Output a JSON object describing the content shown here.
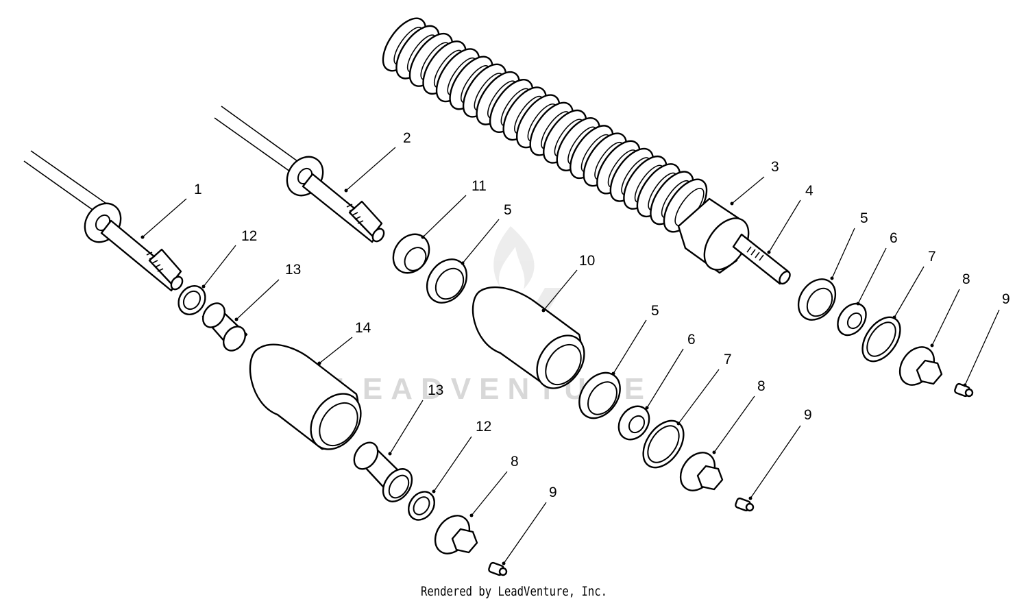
{
  "diagram": {
    "watermark": "LEADVENTURE",
    "footer": "Rendered by LeadVenture, Inc.",
    "callouts": [
      {
        "id": "c1",
        "label": "1"
      },
      {
        "id": "c2",
        "label": "2"
      },
      {
        "id": "c3",
        "label": "3"
      },
      {
        "id": "c4",
        "label": "4"
      },
      {
        "id": "c5a",
        "label": "5"
      },
      {
        "id": "c5b",
        "label": "5"
      },
      {
        "id": "c5c",
        "label": "5"
      },
      {
        "id": "c6a",
        "label": "6"
      },
      {
        "id": "c6b",
        "label": "6"
      },
      {
        "id": "c7a",
        "label": "7"
      },
      {
        "id": "c7b",
        "label": "7"
      },
      {
        "id": "c8a",
        "label": "8"
      },
      {
        "id": "c8b",
        "label": "8"
      },
      {
        "id": "c8c",
        "label": "8"
      },
      {
        "id": "c9a",
        "label": "9"
      },
      {
        "id": "c9b",
        "label": "9"
      },
      {
        "id": "c9c",
        "label": "9"
      },
      {
        "id": "c10",
        "label": "10"
      },
      {
        "id": "c11",
        "label": "11"
      },
      {
        "id": "c12a",
        "label": "12"
      },
      {
        "id": "c12b",
        "label": "12"
      },
      {
        "id": "c13a",
        "label": "13"
      },
      {
        "id": "c13b",
        "label": "13"
      },
      {
        "id": "c14",
        "label": "14"
      }
    ]
  }
}
